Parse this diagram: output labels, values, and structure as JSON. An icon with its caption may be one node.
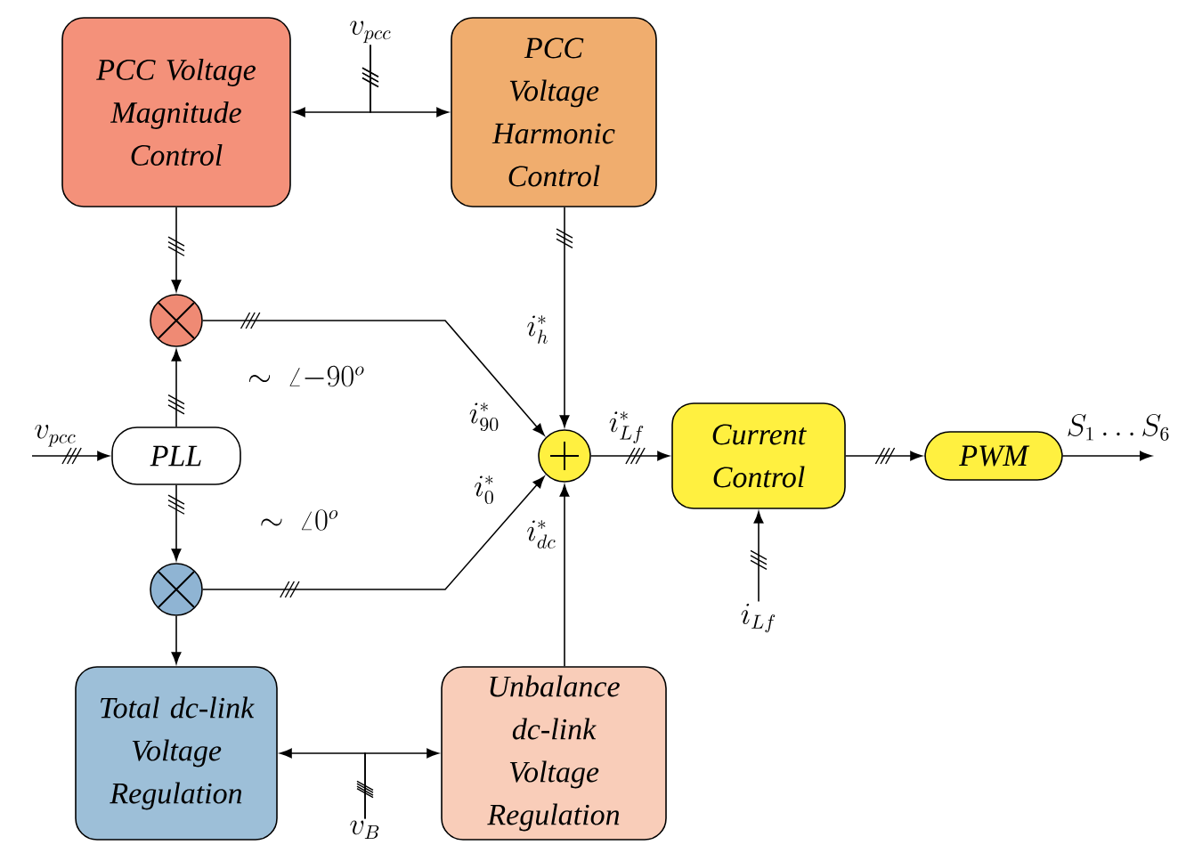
{
  "diagram": {
    "nodes": [
      {
        "text": [
          "PCC Voltage Magnitude Control"
        ]
      },
      {
        "text": [
          "PCC Voltage Harmonic Control"
        ]
      },
      {
        "text": [],
        "shape": "circle"
      },
      {
        "text": [
          "PLL"
        ]
      },
      {
        "text": [],
        "shape": "circle"
      },
      {
        "text": [
          "Total dc-link Voltage Regulation"
        ]
      },
      {
        "text": [
          "Unbalance dc-link Voltage Regulation"
        ]
      },
      {
        "text": [],
        "shape": "circle"
      },
      {
        "text": [
          "Current Control"
        ]
      },
      {
        "text": [
          "PWM"
        ]
      },
      {
        "text": [
          "v_{pcc}"
        ]
      },
      {
        "text": [
          "v_{pcc}"
        ]
      },
      {
        "text": [
          "i_{Lf}"
        ]
      },
      {
        "text": [
          "v_B"
        ]
      }
    ],
    "edges": [
      {
        "from": 10,
        "to": 0,
        "arrow": "to"
      },
      {
        "from": 10,
        "to": 1,
        "arrow": "to"
      },
      {
        "from": 0,
        "to": 2,
        "arrow": "to"
      },
      {
        "from": 1,
        "to": 7,
        "arrow": "to",
        "label": "i_h^*"
      },
      {
        "from": 2,
        "to": 7,
        "arrow": "to",
        "label": "i_{90}^*"
      },
      {
        "from": 3,
        "to": 2,
        "arrow": "to",
        "label": "\\sim\\ \\angle{-90^{o}}"
      },
      {
        "from": 11,
        "to": 3,
        "arrow": "to"
      },
      {
        "from": 3,
        "to": 4,
        "arrow": "to",
        "label": "\\sim\\ \\angle{0^{o}}"
      },
      {
        "from": 4,
        "to": 7,
        "arrow": "to",
        "label": "i_0^*"
      },
      {
        "from": 4,
        "to": 5,
        "arrow": "to"
      },
      {
        "from": 13,
        "to": 5,
        "arrow": "to"
      },
      {
        "from": 13,
        "to": 6,
        "arrow": "to"
      },
      {
        "from": 6,
        "to": 7,
        "arrow": "to",
        "label": "i_{dc}^*"
      },
      {
        "from": 7,
        "to": 8,
        "arrow": "to",
        "label": "i_{Lf}^*"
      },
      {
        "from": 8,
        "to": 9,
        "arrow": "to"
      },
      {
        "from": 12,
        "to": 8,
        "arrow": "to"
      },
      {
        "from": 9,
        "to": null,
        "arrow": "to",
        "label": "S_1\\ldots S_6"
      }
    ]
  }
}
